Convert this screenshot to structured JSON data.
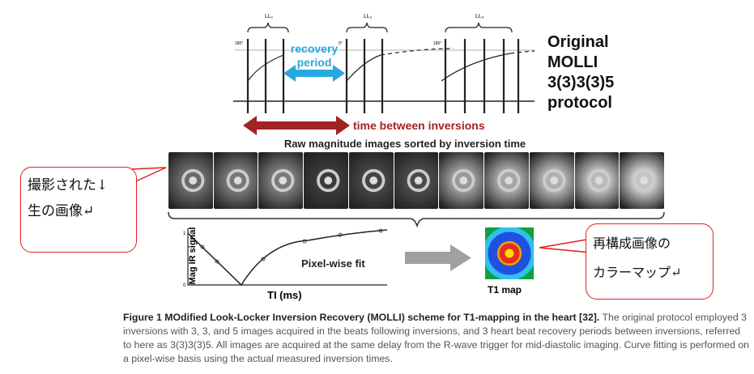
{
  "diagram": {
    "ll_labels": [
      "LL₁",
      "LL₂",
      "LL₃"
    ],
    "pulse_labels": [
      "180°",
      "0°",
      "180°"
    ],
    "recovery_label": "recovery period",
    "time_between_label": "time between inversions",
    "protocol_lines": [
      "Original",
      "MOLLI",
      "3(3)3(3)5",
      "protocol"
    ],
    "raw_images_label": "Raw magnitude images sorted by inversion time",
    "fit_label": "Pixel-wise fit",
    "x_axis_label": "TI (ms)",
    "y_axis_label": "Mag IR signal",
    "y_ticks": [
      "1",
      "0"
    ],
    "t1map_label": "T1 map",
    "colors": {
      "recovery": "#29a8e0",
      "time_between": "#a32222",
      "callout_border": "#e02020"
    }
  },
  "callouts": {
    "left": [
      "撮影された↓",
      "生の画像↵"
    ],
    "right": [
      "再構成画像の",
      "カラーマップ↵"
    ]
  },
  "caption": {
    "title": "Figure 1 MOdified Look-Locker Inversion Recovery (MOLLI) scheme for T1-mapping in the heart [32].",
    "body": " The original protocol employed 3 inversions with 3, 3, and 5 images acquired in the beats following inversions, and 3 heart beat recovery periods between inversions, referred to here as 3(3)3(3)5. All images are acquired at the same delay from the R-wave trigger for mid-diastolic imaging. Curve fitting is performed on a pixel-wise basis using the actual measured inversion times."
  }
}
